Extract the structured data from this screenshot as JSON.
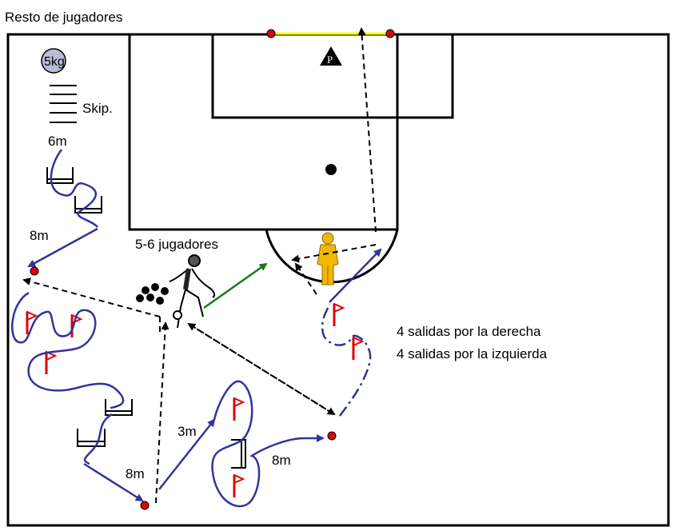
{
  "labels": {
    "title": "Resto de  jugadores",
    "weight": "5kg",
    "skip": "Skip.",
    "dist_6m": "6m",
    "dist_8m_left": "8m",
    "group": "5-6 jugadores",
    "dist_3m": "3m",
    "dist_8m_bottom": "8m",
    "dist_8m_right": "8m",
    "exit_right": "4 salidas por la derecha",
    "exit_left": "4 salidas por la izquierda",
    "goalkeeper_marker": "P"
  },
  "colors": {
    "field_line": "#000000",
    "goal_bar": "#ffff00",
    "route": "#33339a",
    "pass": "#000000",
    "run_arrow": "#1a7a1a",
    "cone": "#e00000",
    "flag": "#e00000",
    "mannequin": "#f2b800"
  },
  "icons": [
    "medicine-ball-icon",
    "ladder-icon",
    "hurdle-icon",
    "flag-icon",
    "cone-icon",
    "player-icon",
    "ball-icon",
    "mannequin-icon",
    "goalkeeper-icon"
  ]
}
